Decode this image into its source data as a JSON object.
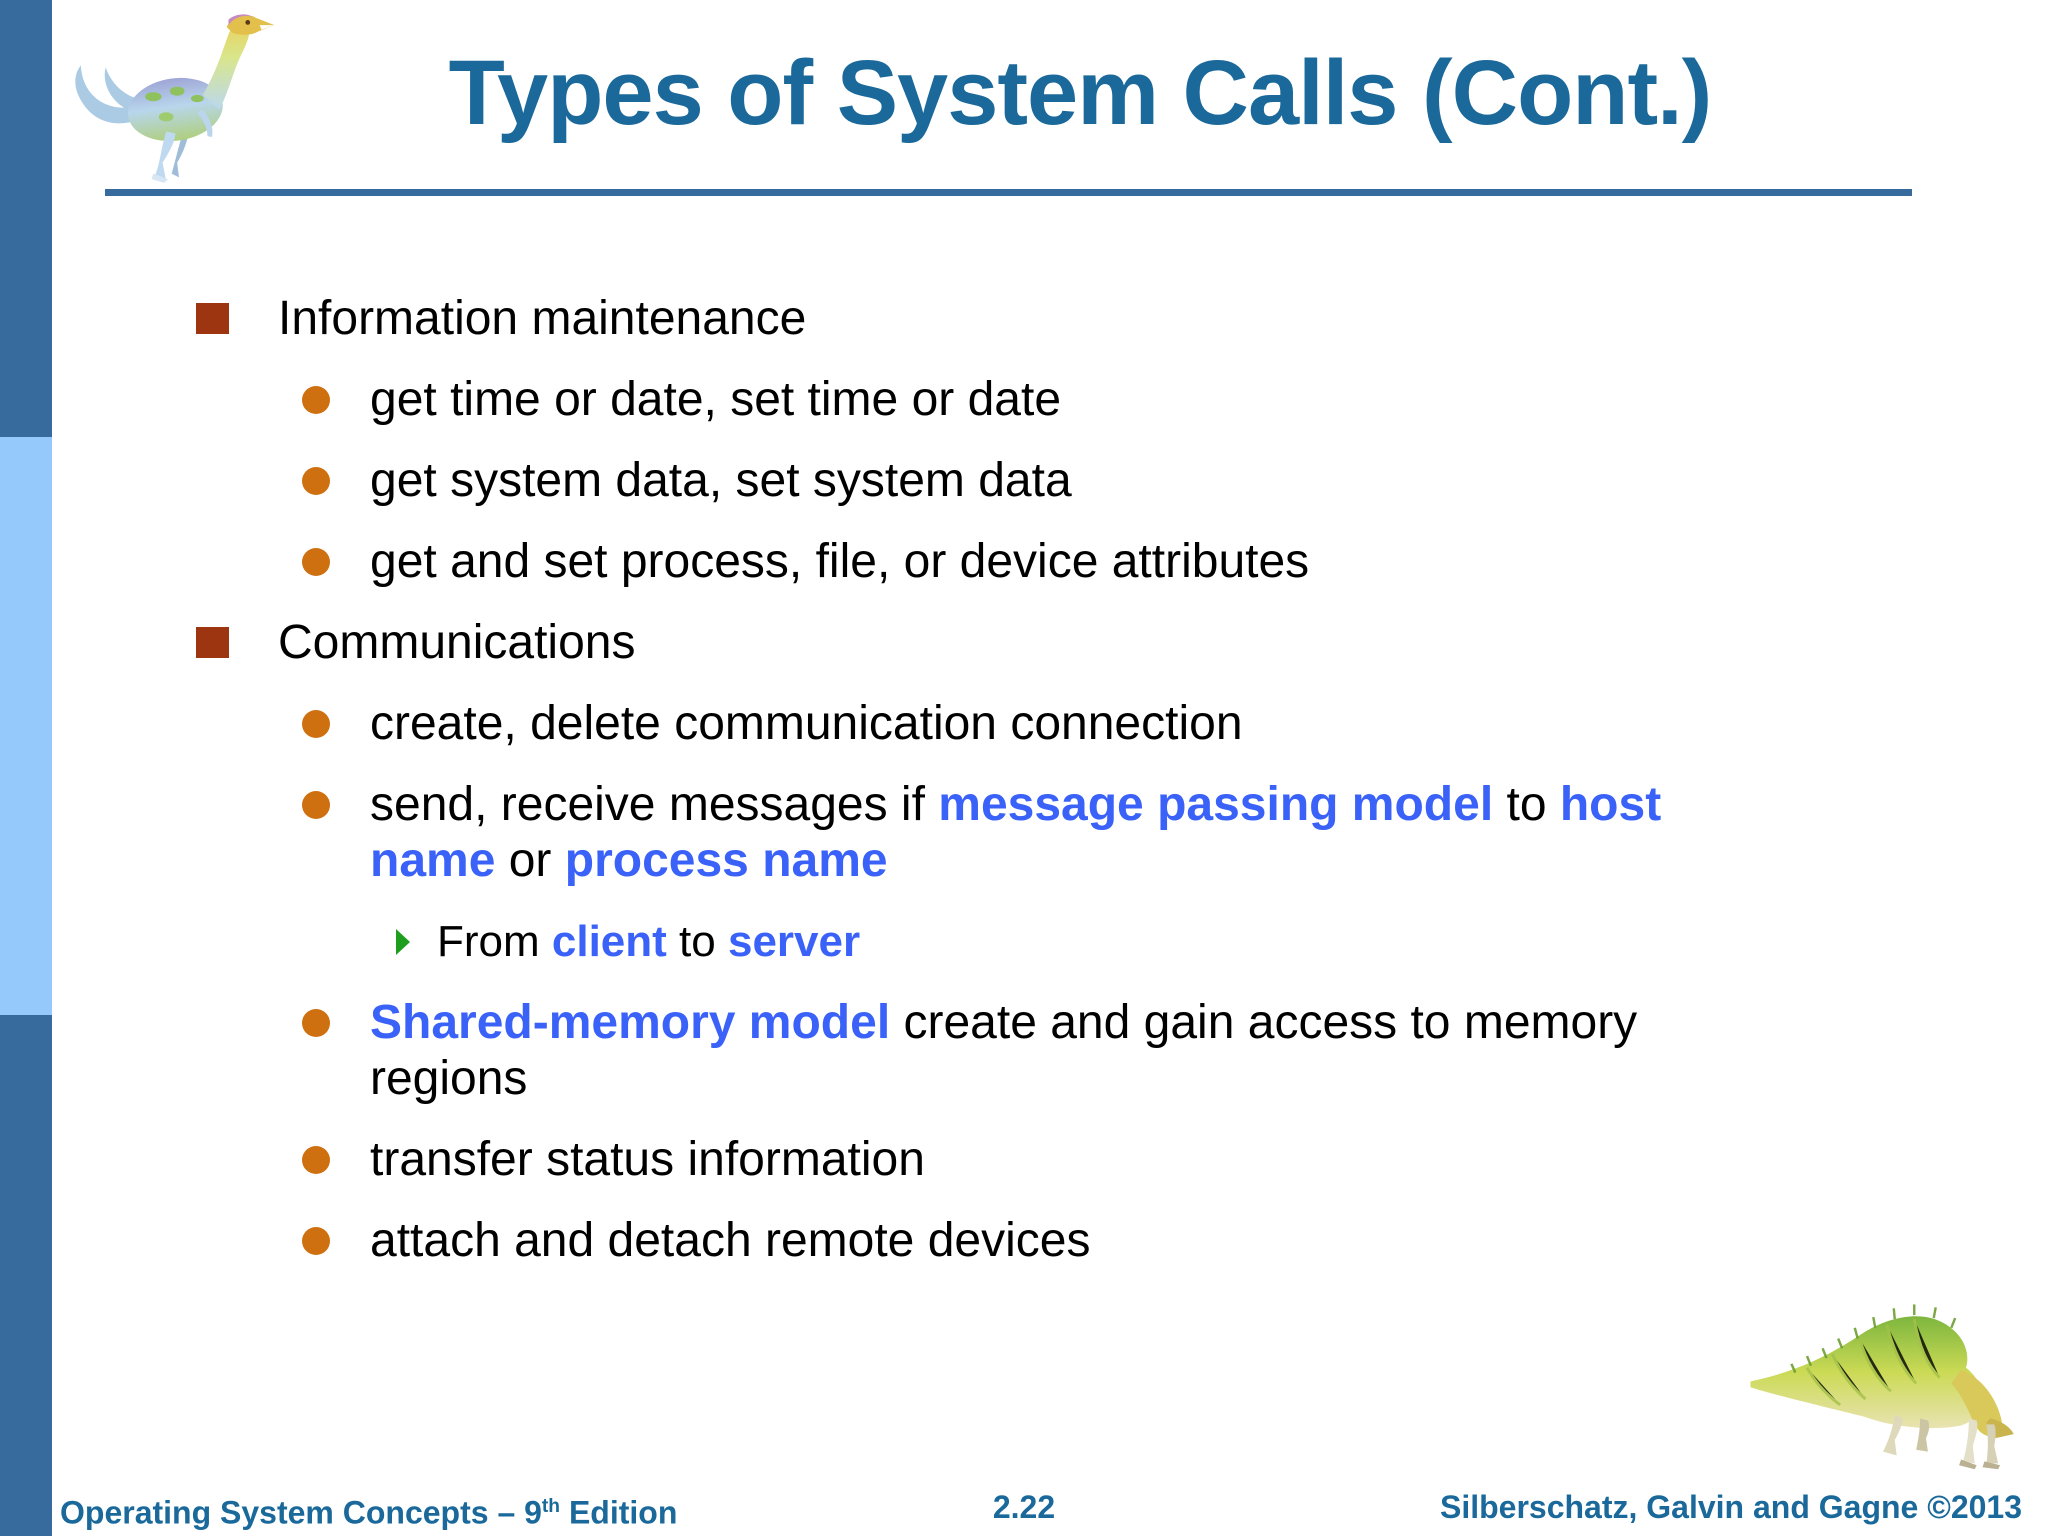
{
  "slide": {
    "title": "Types of System Calls (Cont.)",
    "content": {
      "items": [
        {
          "level": 1,
          "segs": [
            {
              "t": "Information maintenance"
            }
          ]
        },
        {
          "level": 2,
          "segs": [
            {
              "t": "get time or date, set time or date"
            }
          ]
        },
        {
          "level": 2,
          "segs": [
            {
              "t": "get system data, set system data"
            }
          ]
        },
        {
          "level": 2,
          "segs": [
            {
              "t": "get and set process, file, or device attributes"
            }
          ]
        },
        {
          "level": 1,
          "segs": [
            {
              "t": "Communications"
            }
          ]
        },
        {
          "level": 2,
          "segs": [
            {
              "t": "create, delete communication connection"
            }
          ]
        },
        {
          "level": 2,
          "segs": [
            {
              "t": "send, receive messages if "
            },
            {
              "t": "message passing model",
              "em": 1
            },
            {
              "t": " to "
            },
            {
              "t": "host",
              "em": 1
            }
          ]
        },
        {
          "level": 2,
          "cont": true,
          "segs": [
            {
              "t": "name",
              "em": 1
            },
            {
              "t": " or "
            },
            {
              "t": "process name",
              "em": 1
            }
          ]
        },
        {
          "level": 3,
          "segs": [
            {
              "t": "From "
            },
            {
              "t": "client",
              "em": 1
            },
            {
              "t": " to "
            },
            {
              "t": "server",
              "em": 1
            }
          ]
        },
        {
          "level": 2,
          "segs": [
            {
              "t": "Shared-memory model",
              "em": 1
            },
            {
              "t": " create and gain access to memory"
            }
          ]
        },
        {
          "level": 2,
          "cont": true,
          "segs": [
            {
              "t": "regions"
            }
          ]
        },
        {
          "level": 2,
          "segs": [
            {
              "t": "transfer status information"
            }
          ]
        },
        {
          "level": 2,
          "segs": [
            {
              "t": "attach and detach remote devices"
            }
          ]
        }
      ]
    },
    "footer": {
      "left_prefix": "Operating System Concepts – 9",
      "left_sup": "th",
      "left_suffix": " Edition",
      "page": "2.22",
      "right": "Silberschatz, Galvin and Gagne ©2013"
    },
    "colors": {
      "title_blue": "#1A699A",
      "dark_blue": "#386B9D",
      "light_blue": "#95C8FB",
      "square_bullet_red": "#9E3511",
      "circle_bullet_orange": "#CE6F10",
      "triangle_bullet_green": "#1E9E1E",
      "emphasis_blue": "#3A62F8"
    },
    "icons": [
      "dinosaur-logo",
      "square-bullet-icon",
      "circle-bullet-icon",
      "triangle-bullet-icon",
      "dinosaur-illustration"
    ]
  }
}
